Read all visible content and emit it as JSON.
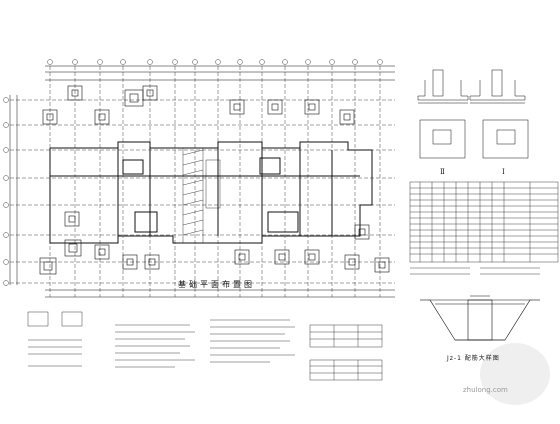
{
  "drawing": {
    "plan_title": "基础平面布置图",
    "detail_title": "Jz-1 配筋大样图",
    "section_label_left": "Ⅱ",
    "section_label_right": "Ⅰ",
    "watermark": "zhulong.com"
  },
  "colors": {
    "ink": "#111111",
    "hatch": "#444444",
    "watermark": "#9a9a9a"
  }
}
